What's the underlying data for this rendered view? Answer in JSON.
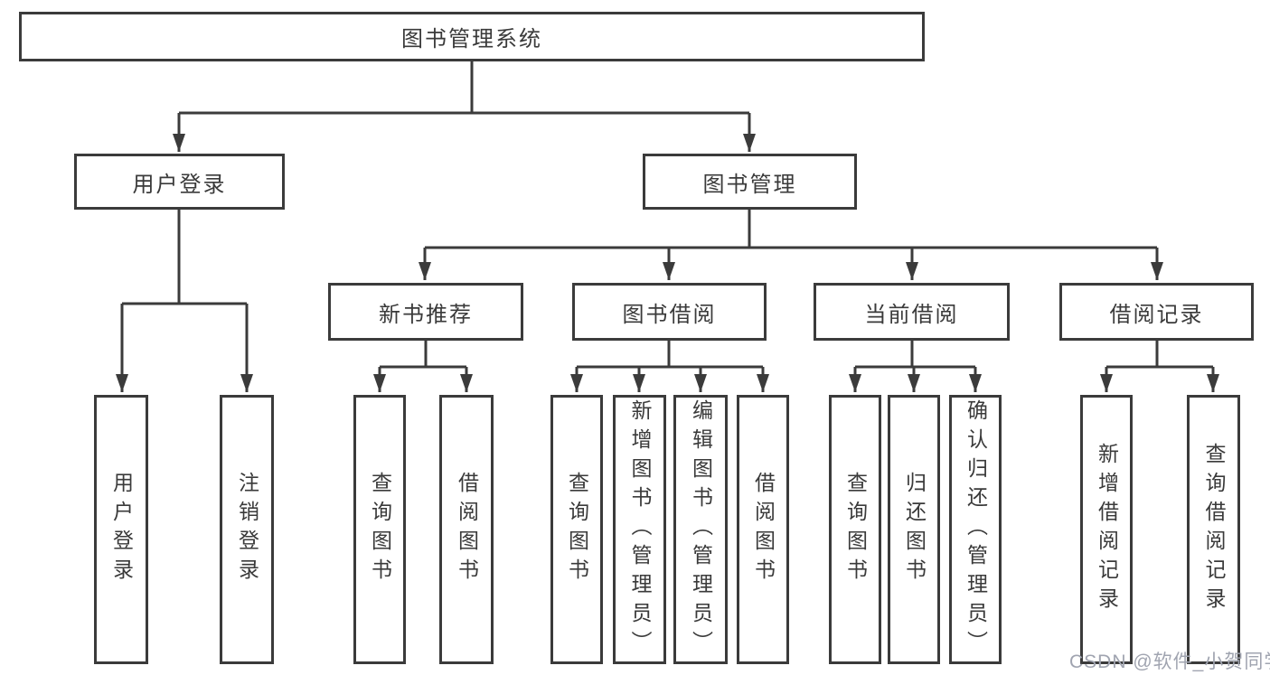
{
  "diagram": {
    "root": {
      "label": "图书管理系统"
    },
    "branches": [
      {
        "label": "用户登录",
        "children": [
          {
            "label": "用户登录"
          },
          {
            "label": "注销登录"
          }
        ]
      },
      {
        "label": "图书管理",
        "children": [
          {
            "label": "新书推荐",
            "children": [
              {
                "label": "查询图书"
              },
              {
                "label": "借阅图书"
              }
            ]
          },
          {
            "label": "图书借阅",
            "children": [
              {
                "label": "查询图书"
              },
              {
                "label": "新增图书（管理员）"
              },
              {
                "label": "编辑图书（管理员）"
              },
              {
                "label": "借阅图书"
              }
            ]
          },
          {
            "label": "当前借阅",
            "children": [
              {
                "label": "查询图书"
              },
              {
                "label": "归还图书"
              },
              {
                "label": "确认归还（管理员）"
              }
            ]
          },
          {
            "label": "借阅记录",
            "children": [
              {
                "label": "新增借阅记录"
              },
              {
                "label": "查询借阅记录"
              }
            ]
          }
        ]
      }
    ]
  },
  "watermark": {
    "text": "CSDN @软件_小贺同学"
  },
  "colors": {
    "line": "#3b3b3b",
    "text": "#3a3a3a",
    "watermark": "#a0a4b0",
    "background": "#ffffff"
  }
}
